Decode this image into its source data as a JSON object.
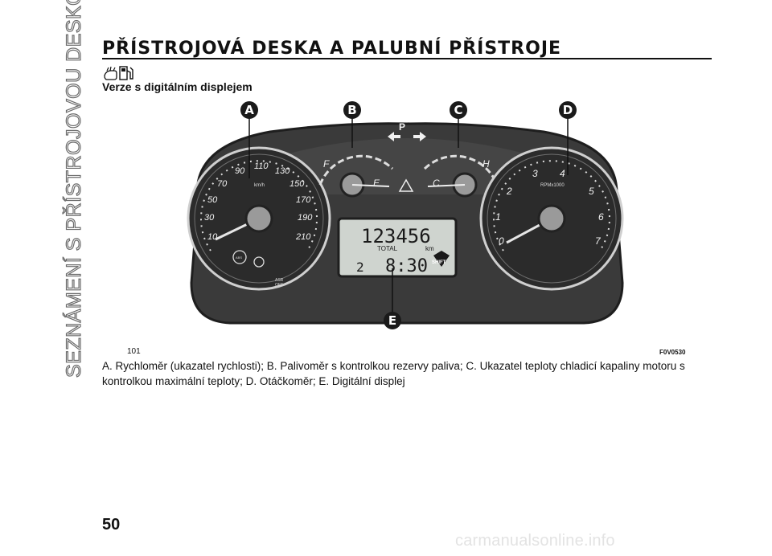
{
  "sidebar": {
    "chapter_title": "SEZNÁMENÍ S PŘÍSTROJOVOU DESKOU"
  },
  "section": {
    "title": "PŘÍSTROJOVÁ DESKA A PALUBNÍ PŘÍSTROJE",
    "variant_icon": "fuel-pump-icon",
    "subtitle": "Verze s digitálním displejem"
  },
  "figure": {
    "number": "101",
    "code": "F0V0530",
    "callouts": [
      "A",
      "B",
      "C",
      "D",
      "E"
    ],
    "speedometer": {
      "ticks": [
        "10",
        "30",
        "50",
        "70",
        "90",
        "110",
        "130",
        "150",
        "170",
        "190",
        "210"
      ],
      "unit": "km/h"
    },
    "fuel_gauge": {
      "empty": "E",
      "full": "F"
    },
    "temp_gauge": {
      "cold": "C",
      "hot": "H"
    },
    "tachometer": {
      "ticks": [
        "0",
        "1",
        "2",
        "3",
        "4",
        "5",
        "6",
        "7"
      ],
      "unit": "RPMx1000"
    },
    "display": {
      "odometer": "123456",
      "odometer_label": "TOTAL",
      "odometer_unit": "km",
      "gear": "2",
      "clock": "8:30",
      "shift_label": "SHIFT"
    },
    "warning_labels": {
      "abs": "ABS",
      "asr_top": "ASR",
      "asr_bottom": "OFF"
    },
    "colors": {
      "cluster_body": "#3a3a3a",
      "dial_face": "#2b2b2b",
      "bezel": "#cfcfcf"
    }
  },
  "caption": "A. Rychloměr (ukazatel rychlosti); B. Palivoměr s kontrolkou rezervy paliva; C. Ukazatel teploty chladicí kapaliny motoru s kontrolkou maximální teploty; D. Otáčkoměr; E. Digitální displej",
  "page": {
    "number": "50"
  },
  "watermark": "carmanualsonline.info"
}
